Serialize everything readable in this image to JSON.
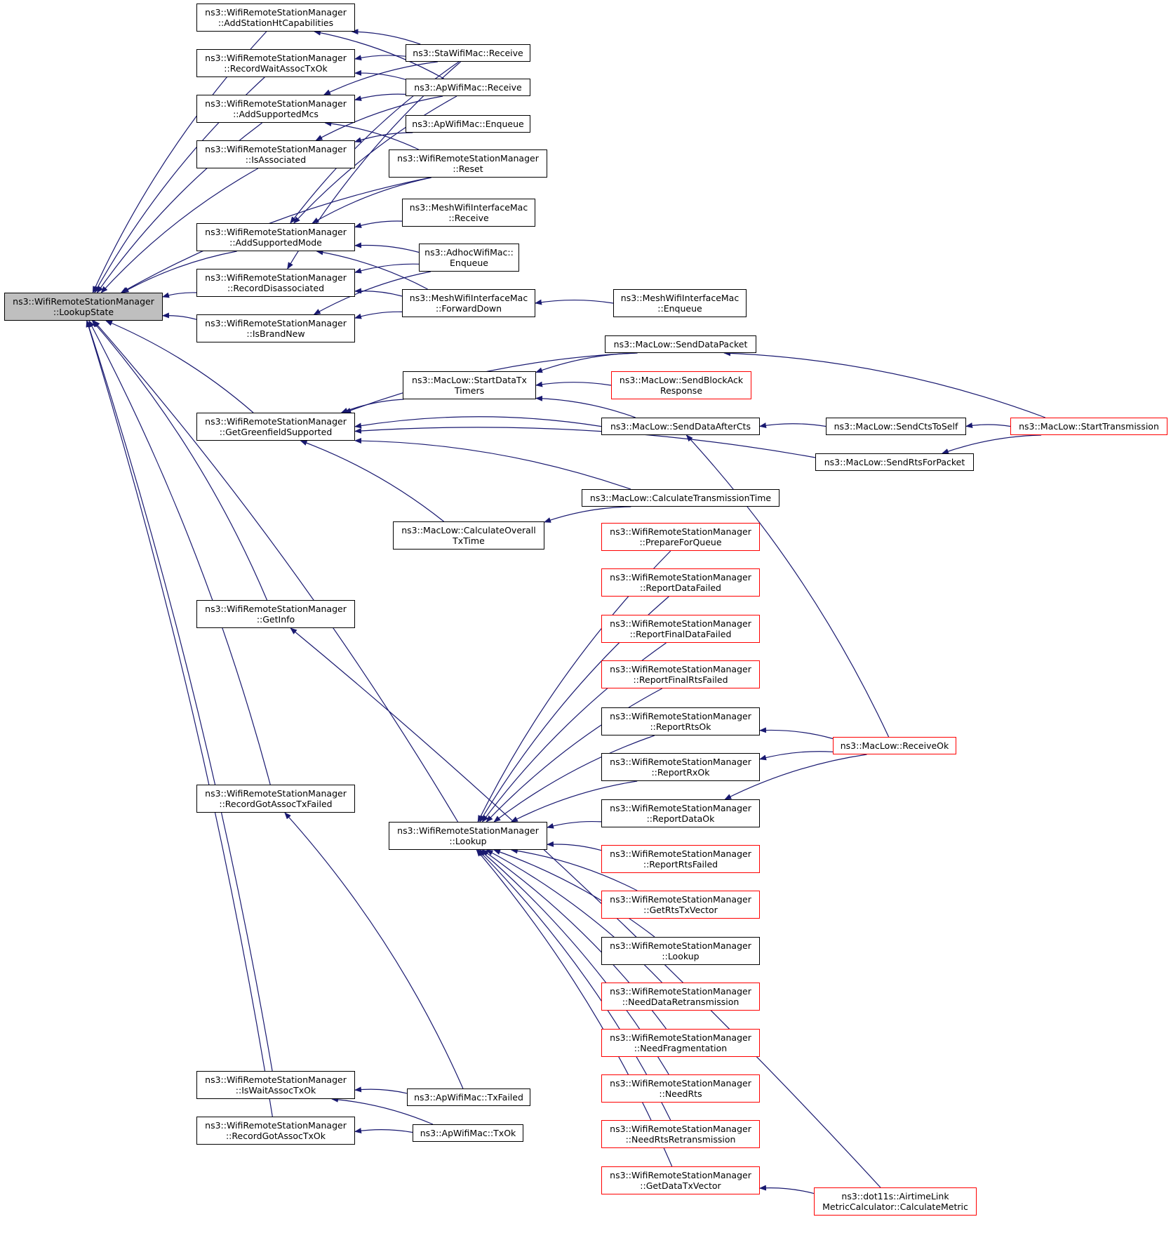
{
  "diagram": {
    "edge_color": "#191970",
    "focus_fill": "#bfbfbf",
    "truncated_border_color": "#ff0000",
    "nodes": [
      {
        "id": "lookupstate",
        "label": "ns3::WifiRemoteStationManager\n::LookupState",
        "focus": true
      },
      {
        "id": "addstationht",
        "label": "ns3::WifiRemoteStationManager\n::AddStationHtCapabilities"
      },
      {
        "id": "recordwaitassoc",
        "label": "ns3::WifiRemoteStationManager\n::RecordWaitAssocTxOk"
      },
      {
        "id": "addsupportedmcs",
        "label": "ns3::WifiRemoteStationManager\n::AddSupportedMcs"
      },
      {
        "id": "isassociated",
        "label": "ns3::WifiRemoteStationManager\n::IsAssociated"
      },
      {
        "id": "addsupportedmode",
        "label": "ns3::WifiRemoteStationManager\n::AddSupportedMode"
      },
      {
        "id": "recorddisassociated",
        "label": "ns3::WifiRemoteStationManager\n::RecordDisassociated"
      },
      {
        "id": "isbrandnew",
        "label": "ns3::WifiRemoteStationManager\n::IsBrandNew"
      },
      {
        "id": "getgreenfield",
        "label": "ns3::WifiRemoteStationManager\n::GetGreenfieldSupported"
      },
      {
        "id": "getinfo",
        "label": "ns3::WifiRemoteStationManager\n::GetInfo"
      },
      {
        "id": "recordgotassocfailed",
        "label": "ns3::WifiRemoteStationManager\n::RecordGotAssocTxFailed"
      },
      {
        "id": "iswaitassoc",
        "label": "ns3::WifiRemoteStationManager\n::IsWaitAssocTxOk"
      },
      {
        "id": "recordgotassocok",
        "label": "ns3::WifiRemoteStationManager\n::RecordGotAssocTxOk"
      },
      {
        "id": "stareceive",
        "label": "ns3::StaWifiMac::Receive"
      },
      {
        "id": "apreceive",
        "label": "ns3::ApWifiMac::Receive"
      },
      {
        "id": "apenqueue",
        "label": "ns3::ApWifiMac::Enqueue"
      },
      {
        "id": "reset",
        "label": "ns3::WifiRemoteStationManager\n::Reset"
      },
      {
        "id": "meshreceive",
        "label": "ns3::MeshWifiInterfaceMac\n::Receive"
      },
      {
        "id": "adhocenqueue",
        "label": "ns3::AdhocWifiMac::\nEnqueue"
      },
      {
        "id": "meshforward",
        "label": "ns3::MeshWifiInterfaceMac\n::ForwardDown"
      },
      {
        "id": "meshenqueue",
        "label": "ns3::MeshWifiInterfaceMac\n::Enqueue"
      },
      {
        "id": "startdatatx",
        "label": "ns3::MacLow::StartDataTx\nTimers"
      },
      {
        "id": "senddatapacket",
        "label": "ns3::MacLow::SendDataPacket"
      },
      {
        "id": "sendblockack",
        "label": "ns3::MacLow::SendBlockAck\nResponse",
        "truncated": true
      },
      {
        "id": "senddataaftercts",
        "label": "ns3::MacLow::SendDataAfterCts"
      },
      {
        "id": "sendctstoself",
        "label": "ns3::MacLow::SendCtsToSelf"
      },
      {
        "id": "starttransmission",
        "label": "ns3::MacLow::StartTransmission",
        "truncated": true
      },
      {
        "id": "sendrts",
        "label": "ns3::MacLow::SendRtsForPacket"
      },
      {
        "id": "calctranstime",
        "label": "ns3::MacLow::CalculateTransmissionTime"
      },
      {
        "id": "calcoverall",
        "label": "ns3::MacLow::CalculateOverall\nTxTime"
      },
      {
        "id": "lookup",
        "label": "ns3::WifiRemoteStationManager\n::Lookup"
      },
      {
        "id": "prepareforqueue",
        "label": "ns3::WifiRemoteStationManager\n::PrepareForQueue",
        "truncated": true
      },
      {
        "id": "reportdatafailed",
        "label": "ns3::WifiRemoteStationManager\n::ReportDataFailed",
        "truncated": true
      },
      {
        "id": "reportfinaldatafailed",
        "label": "ns3::WifiRemoteStationManager\n::ReportFinalDataFailed",
        "truncated": true
      },
      {
        "id": "reportfinalrtsfailed",
        "label": "ns3::WifiRemoteStationManager\n::ReportFinalRtsFailed",
        "truncated": true
      },
      {
        "id": "reportrtsok",
        "label": "ns3::WifiRemoteStationManager\n::ReportRtsOk"
      },
      {
        "id": "reportrxok",
        "label": "ns3::WifiRemoteStationManager\n::ReportRxOk"
      },
      {
        "id": "reportdataok",
        "label": "ns3::WifiRemoteStationManager\n::ReportDataOk"
      },
      {
        "id": "reportrtsfailed",
        "label": "ns3::WifiRemoteStationManager\n::ReportRtsFailed",
        "truncated": true
      },
      {
        "id": "getrtstxvector",
        "label": "ns3::WifiRemoteStationManager\n::GetRtsTxVector",
        "truncated": true
      },
      {
        "id": "lookup2",
        "label": "ns3::WifiRemoteStationManager\n::Lookup"
      },
      {
        "id": "needdataretrans",
        "label": "ns3::WifiRemoteStationManager\n::NeedDataRetransmission",
        "truncated": true
      },
      {
        "id": "needfragmentation",
        "label": "ns3::WifiRemoteStationManager\n::NeedFragmentation",
        "truncated": true
      },
      {
        "id": "needrts",
        "label": "ns3::WifiRemoteStationManager\n::NeedRts",
        "truncated": true
      },
      {
        "id": "needrtsretrans",
        "label": "ns3::WifiRemoteStationManager\n::NeedRtsRetransmission",
        "truncated": true
      },
      {
        "id": "getdatatxvector",
        "label": "ns3::WifiRemoteStationManager\n::GetDataTxVector",
        "truncated": true
      },
      {
        "id": "receiveok",
        "label": "ns3::MacLow::ReceiveOk",
        "truncated": true
      },
      {
        "id": "calcmetric",
        "label": "ns3::dot11s::AirtimeLink\nMetricCalculator::CalculateMetric",
        "truncated": true
      },
      {
        "id": "aptxfailed",
        "label": "ns3::ApWifiMac::TxFailed"
      },
      {
        "id": "aptxok",
        "label": "ns3::ApWifiMac::TxOk"
      }
    ],
    "edges": [
      {
        "from": "addstationht",
        "to": "lookupstate"
      },
      {
        "from": "recordwaitassoc",
        "to": "lookupstate"
      },
      {
        "from": "addsupportedmcs",
        "to": "lookupstate"
      },
      {
        "from": "isassociated",
        "to": "lookupstate"
      },
      {
        "from": "reset",
        "to": "lookupstate"
      },
      {
        "from": "addsupportedmode",
        "to": "lookupstate"
      },
      {
        "from": "recorddisassociated",
        "to": "lookupstate"
      },
      {
        "from": "isbrandnew",
        "to": "lookupstate"
      },
      {
        "from": "getgreenfield",
        "to": "lookupstate"
      },
      {
        "from": "lookup",
        "to": "lookupstate"
      },
      {
        "from": "getinfo",
        "to": "lookupstate"
      },
      {
        "from": "recordgotassocfailed",
        "to": "lookupstate"
      },
      {
        "from": "iswaitassoc",
        "to": "lookupstate"
      },
      {
        "from": "recordgotassocok",
        "to": "lookupstate"
      },
      {
        "from": "stareceive",
        "to": "addstationht"
      },
      {
        "from": "apreceive",
        "to": "addstationht"
      },
      {
        "from": "stareceive",
        "to": "recordwaitassoc"
      },
      {
        "from": "apreceive",
        "to": "recordwaitassoc"
      },
      {
        "from": "apreceive",
        "to": "addsupportedmcs"
      },
      {
        "from": "reset",
        "to": "addsupportedmcs"
      },
      {
        "from": "stareceive",
        "to": "addsupportedmcs"
      },
      {
        "from": "apenqueue",
        "to": "isassociated"
      },
      {
        "from": "apreceive",
        "to": "isassociated"
      },
      {
        "from": "stareceive",
        "to": "addsupportedmode"
      },
      {
        "from": "apreceive",
        "to": "addsupportedmode"
      },
      {
        "from": "reset",
        "to": "addsupportedmode"
      },
      {
        "from": "meshreceive",
        "to": "addsupportedmode"
      },
      {
        "from": "adhocenqueue",
        "to": "addsupportedmode"
      },
      {
        "from": "meshforward",
        "to": "addsupportedmode"
      },
      {
        "from": "stareceive",
        "to": "recorddisassociated"
      },
      {
        "from": "adhocenqueue",
        "to": "recorddisassociated"
      },
      {
        "from": "meshforward",
        "to": "recorddisassociated"
      },
      {
        "from": "adhocenqueue",
        "to": "isbrandnew"
      },
      {
        "from": "meshforward",
        "to": "isbrandnew"
      },
      {
        "from": "meshenqueue",
        "to": "meshforward"
      },
      {
        "from": "senddatapacket",
        "to": "getgreenfield"
      },
      {
        "from": "startdatatx",
        "to": "getgreenfield"
      },
      {
        "from": "senddataaftercts",
        "to": "getgreenfield"
      },
      {
        "from": "sendrts",
        "to": "getgreenfield"
      },
      {
        "from": "calctranstime",
        "to": "getgreenfield"
      },
      {
        "from": "calcoverall",
        "to": "getgreenfield"
      },
      {
        "from": "senddatapacket",
        "to": "startdatatx"
      },
      {
        "from": "sendblockack",
        "to": "startdatatx"
      },
      {
        "from": "senddataaftercts",
        "to": "startdatatx"
      },
      {
        "from": "starttransmission",
        "to": "senddatapacket"
      },
      {
        "from": "sendctstoself",
        "to": "senddataaftercts"
      },
      {
        "from": "receiveok",
        "to": "senddataaftercts"
      },
      {
        "from": "starttransmission",
        "to": "sendctstoself"
      },
      {
        "from": "starttransmission",
        "to": "sendrts"
      },
      {
        "from": "calctranstime",
        "to": "calcoverall"
      },
      {
        "from": "calcmetric",
        "to": "getinfo"
      },
      {
        "from": "aptxfailed",
        "to": "recordgotassocfailed"
      },
      {
        "from": "aptxfailed",
        "to": "iswaitassoc"
      },
      {
        "from": "aptxok",
        "to": "iswaitassoc"
      },
      {
        "from": "aptxok",
        "to": "recordgotassocok"
      },
      {
        "from": "prepareforqueue",
        "to": "lookup"
      },
      {
        "from": "reportdatafailed",
        "to": "lookup"
      },
      {
        "from": "reportfinaldatafailed",
        "to": "lookup"
      },
      {
        "from": "reportfinalrtsfailed",
        "to": "lookup"
      },
      {
        "from": "reportrtsok",
        "to": "lookup"
      },
      {
        "from": "reportrxok",
        "to": "lookup"
      },
      {
        "from": "reportdataok",
        "to": "lookup"
      },
      {
        "from": "reportrtsfailed",
        "to": "lookup"
      },
      {
        "from": "getrtstxvector",
        "to": "lookup"
      },
      {
        "from": "lookup2",
        "to": "lookup"
      },
      {
        "from": "needdataretrans",
        "to": "lookup"
      },
      {
        "from": "needfragmentation",
        "to": "lookup"
      },
      {
        "from": "needrts",
        "to": "lookup"
      },
      {
        "from": "needrtsretrans",
        "to": "lookup"
      },
      {
        "from": "getdatatxvector",
        "to": "lookup"
      },
      {
        "from": "receiveok",
        "to": "reportrtsok"
      },
      {
        "from": "receiveok",
        "to": "reportrxok"
      },
      {
        "from": "receiveok",
        "to": "reportdataok"
      },
      {
        "from": "calcmetric",
        "to": "getdatatxvector"
      }
    ]
  }
}
